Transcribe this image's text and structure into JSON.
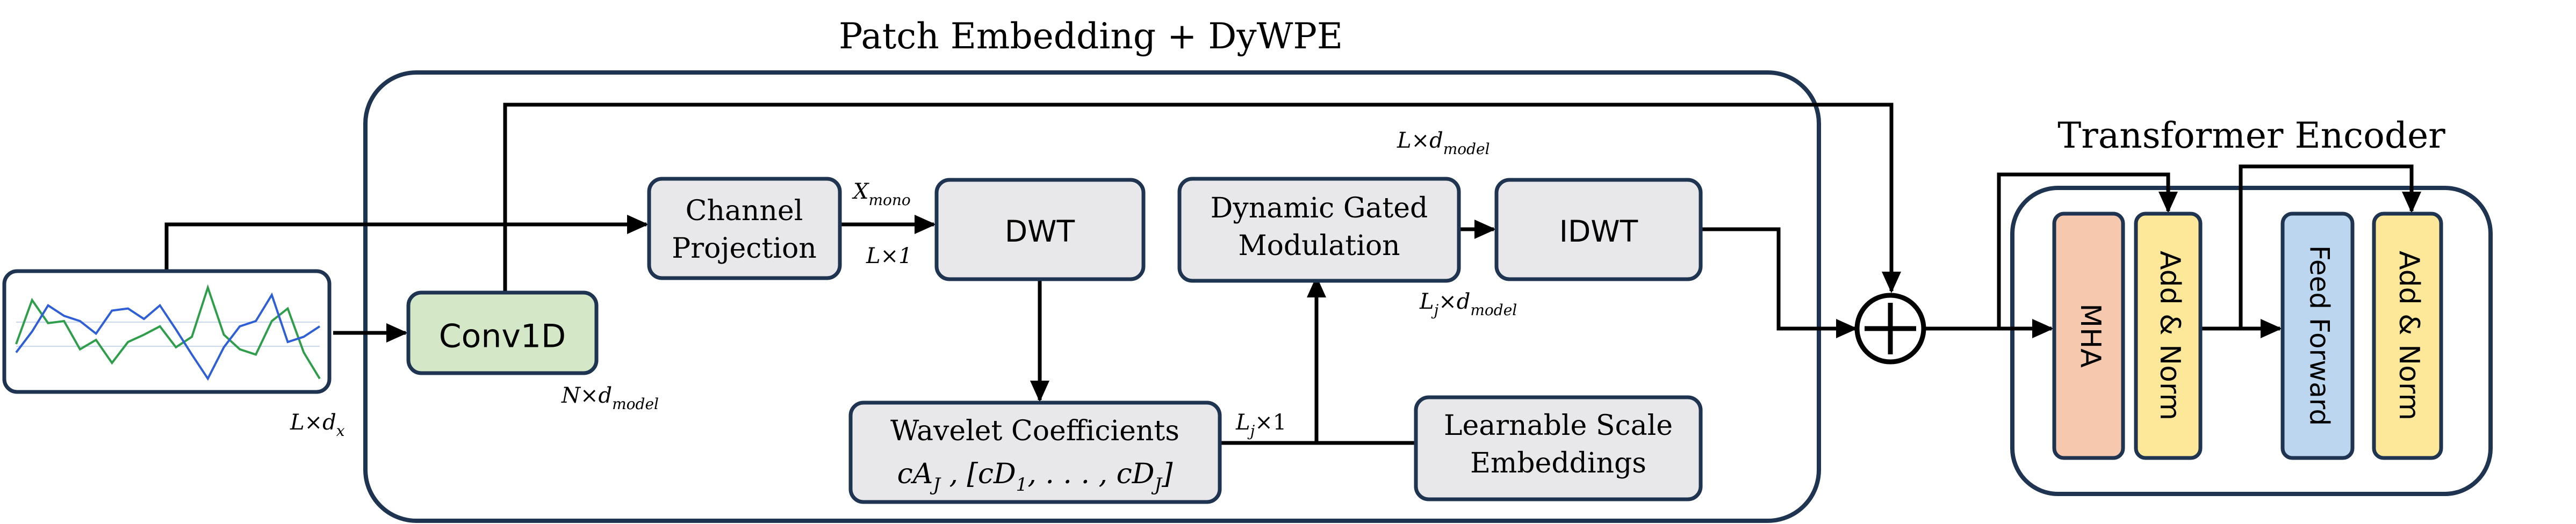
{
  "groups": {
    "patch_embedding": {
      "title": "Patch Embedding + DyWPE"
    },
    "transformer_encoder": {
      "title": "Transformer Encoder"
    }
  },
  "blocks": {
    "conv1d": "Conv1D",
    "channel_projection": [
      "Channel",
      "Projection"
    ],
    "dwt": "DWT",
    "dynamic_gated_modulation": [
      "Dynamic Gated",
      "Modulation"
    ],
    "idwt": "IDWT",
    "wavelet_coefficients": [
      "Wavelet Coefficients",
      "cA",
      "J",
      " , [cD",
      "1",
      ", . . . , cD",
      "J",
      "]"
    ],
    "learnable_scale_embeddings": [
      "Learnable Scale",
      "Embeddings"
    ],
    "mha": "MHA",
    "add_norm_1": "Add & Norm",
    "feed_forward": "Feed Forward",
    "add_norm_2": "Add & Norm"
  },
  "labels": {
    "input_dim": {
      "base": "L",
      "times": "×",
      "var": "d",
      "sub": "x"
    },
    "conv_out": {
      "base": "N",
      "times": "×",
      "var": "d",
      "sub": "model"
    },
    "x_mono": {
      "var": "X",
      "sub": "mono"
    },
    "proj_out": {
      "text": "L×1"
    },
    "top_dim": {
      "base": "L",
      "times": "×",
      "var": "d",
      "sub": "model"
    },
    "scale_dim": {
      "base": "L",
      "bsub": "j",
      "times": "×",
      "var": "d",
      "sub": "model"
    },
    "coef_dim": {
      "base": "L",
      "bsub": "j",
      "times": "×1"
    }
  },
  "chart_data": {
    "type": "line",
    "series": [
      {
        "values": [
          0.38,
          0.8,
          0.58,
          0.6,
          0.33,
          0.42,
          0.2,
          0.4,
          0.47,
          0.55,
          0.35,
          0.45,
          0.92,
          0.47,
          0.33,
          0.28,
          0.6,
          0.72,
          0.3,
          0.05
        ]
      },
      {
        "values": [
          0.3,
          0.5,
          0.75,
          0.65,
          0.6,
          0.48,
          0.7,
          0.72,
          0.62,
          0.75,
          0.52,
          0.28,
          0.05,
          0.35,
          0.55,
          0.6,
          0.85,
          0.4,
          0.45,
          0.55
        ]
      }
    ],
    "colors": {
      "s0": "#2e9e4a",
      "s1": "#2f5fd6"
    }
  },
  "colors": {
    "conv1d_fill": "#d4e8c8",
    "mha_fill": "#f6c8ae",
    "addnorm_fill": "#fde89a",
    "ff_fill": "#bcd6f0",
    "box_gray": "#e8e8ea",
    "outline": "#1f3450"
  }
}
